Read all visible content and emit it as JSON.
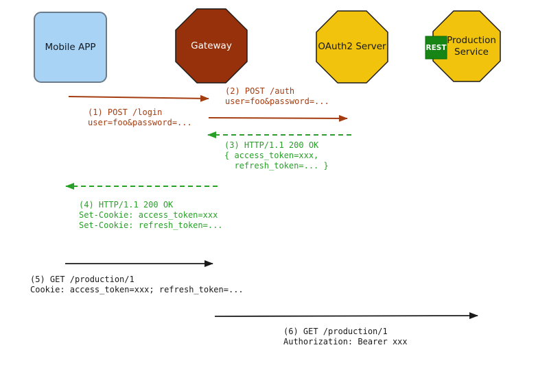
{
  "colors": {
    "mobile_app_fill": "#A9D3F4",
    "mobile_app_border": "#6B7B8C",
    "gateway_fill": "#97310B",
    "octagon_border": "#1A1A1A",
    "service_fill": "#F2C30D",
    "rest_badge_fill": "#168516",
    "rest_badge_border": "#0C6B0C",
    "request_color": "#A33C10",
    "response_color": "#28A028",
    "plain_color": "#1A1A1A"
  },
  "nodes": {
    "mobile_app": {
      "label": "Mobile APP"
    },
    "gateway": {
      "label": "Gateway"
    },
    "oauth2_server": {
      "label": "OAuth2 Server"
    },
    "production_service": {
      "label": "Production\nService",
      "badge": "REST"
    }
  },
  "messages": {
    "m1": {
      "label": "(1) POST /login\nuser=foo&password=..."
    },
    "m2": {
      "label": "(2) POST /auth\nuser=foo&password=..."
    },
    "m3": {
      "label": "(3) HTTP/1.1 200 OK\n{ access_token=xxx,\n  refresh_token=... }"
    },
    "m4": {
      "label": "(4) HTTP/1.1 200 OK\nSet-Cookie: access_token=xxx\nSet-Cookie: refresh_token=..."
    },
    "m5": {
      "label": "(5) GET /production/1\nCookie: access_token=xxx; refresh_token=..."
    },
    "m6": {
      "label": "(6) GET /production/1\nAuthorization: Bearer xxx"
    }
  }
}
